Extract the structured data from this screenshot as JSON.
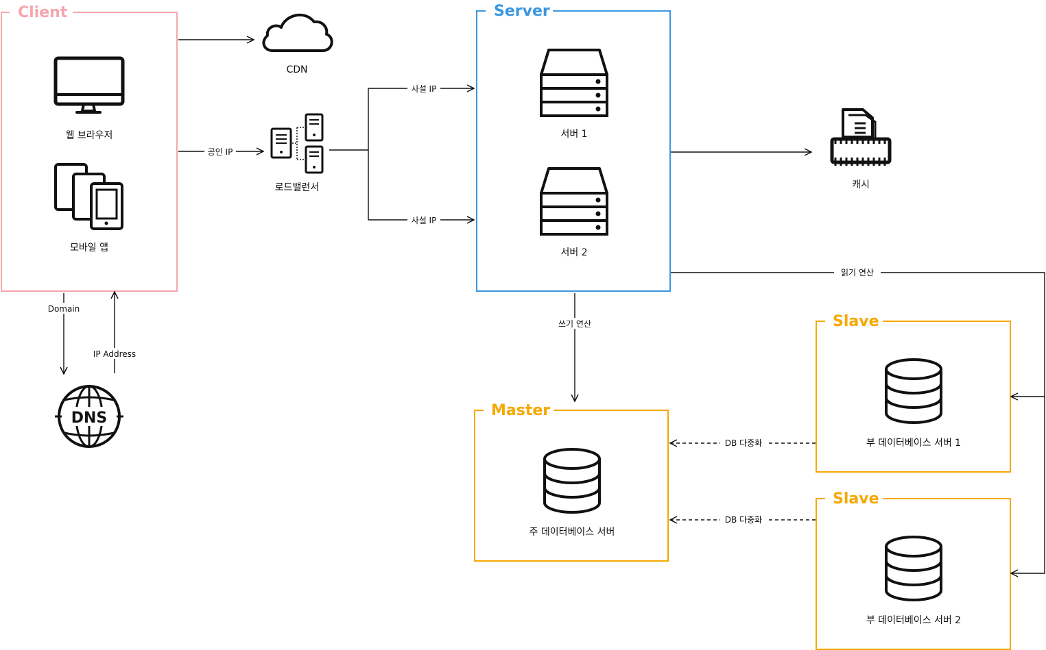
{
  "colors": {
    "client": "#F4A7AE",
    "server": "#3A97E0",
    "database": "#F5A800",
    "line": "#111111"
  },
  "groups": {
    "client": "Client",
    "server": "Server",
    "master": "Master",
    "slave1": "Slave",
    "slave2": "Slave"
  },
  "nodes": {
    "web_browser": {
      "label": "웹 브라우저",
      "icon": "monitor-icon"
    },
    "mobile_app": {
      "label": "모바일 앱",
      "icon": "tablets-icon"
    },
    "cdn": {
      "label": "CDN",
      "icon": "cloud-icon"
    },
    "load_balancer": {
      "label": "로드밸런서",
      "icon": "server-towers-icon"
    },
    "server1": {
      "label": "서버 1",
      "icon": "server-rack-icon"
    },
    "server2": {
      "label": "서버 2",
      "icon": "server-rack-icon"
    },
    "cache": {
      "label": "캐시",
      "icon": "memory-chip-icon"
    },
    "dns": {
      "label": "DNS",
      "icon": "globe-icon"
    },
    "master_db": {
      "label": "주 데이터베이스 서버",
      "icon": "database-icon"
    },
    "slave_db1": {
      "label": "부 데이터베이스 서버 1",
      "icon": "database-icon"
    },
    "slave_db2": {
      "label": "부 데이터베이스 서버 2",
      "icon": "database-icon"
    }
  },
  "edges": {
    "public_ip": "공인 IP",
    "private_ip_1": "사설 IP",
    "private_ip_2": "사설 IP",
    "domain": "Domain",
    "ip_address": "IP Address",
    "read_op": "읽기 연산",
    "write_op": "쓰기 연산",
    "replication_1": "DB 다중화",
    "replication_2": "DB 다중화"
  }
}
